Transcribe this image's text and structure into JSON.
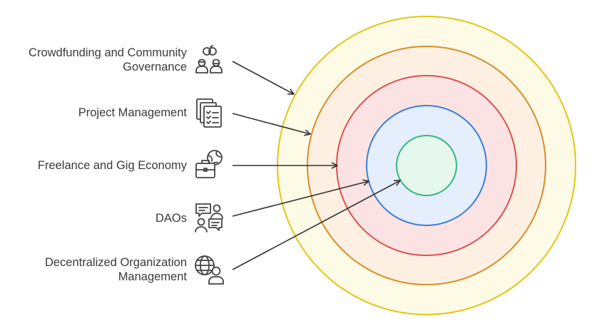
{
  "labels": [
    {
      "id": "crowdfunding",
      "line1": "Crowdfunding and Community",
      "line2": "Governance",
      "icon": "crowdfunding-community-icon"
    },
    {
      "id": "project-management",
      "line1": "Project Management",
      "line2": "",
      "icon": "checklist-documents-icon"
    },
    {
      "id": "freelance",
      "line1": "Freelance and Gig Economy",
      "line2": "",
      "icon": "briefcase-globe-icon"
    },
    {
      "id": "daos",
      "line1": "DAOs",
      "line2": "",
      "icon": "chat-users-icon"
    },
    {
      "id": "decentralized-org",
      "line1": "Decentralized Organization",
      "line2": "Management",
      "icon": "globe-user-icon"
    }
  ],
  "rings": [
    {
      "name": "outer-ring",
      "stroke": "#e0c615",
      "fill": "#fdfae6"
    },
    {
      "name": "second-ring",
      "stroke": "#d98d2a",
      "fill": "#fdf0e3"
    },
    {
      "name": "third-ring",
      "stroke": "#d9534f",
      "fill": "#fce3e3"
    },
    {
      "name": "fourth-ring",
      "stroke": "#3d7fd1",
      "fill": "#e4eefc"
    },
    {
      "name": "core-ring",
      "stroke": "#35b77c",
      "fill": "#e6f7ee"
    }
  ],
  "colors": {
    "text": "#3a3a3a",
    "arrow": "#333333",
    "icon": "#444444"
  }
}
